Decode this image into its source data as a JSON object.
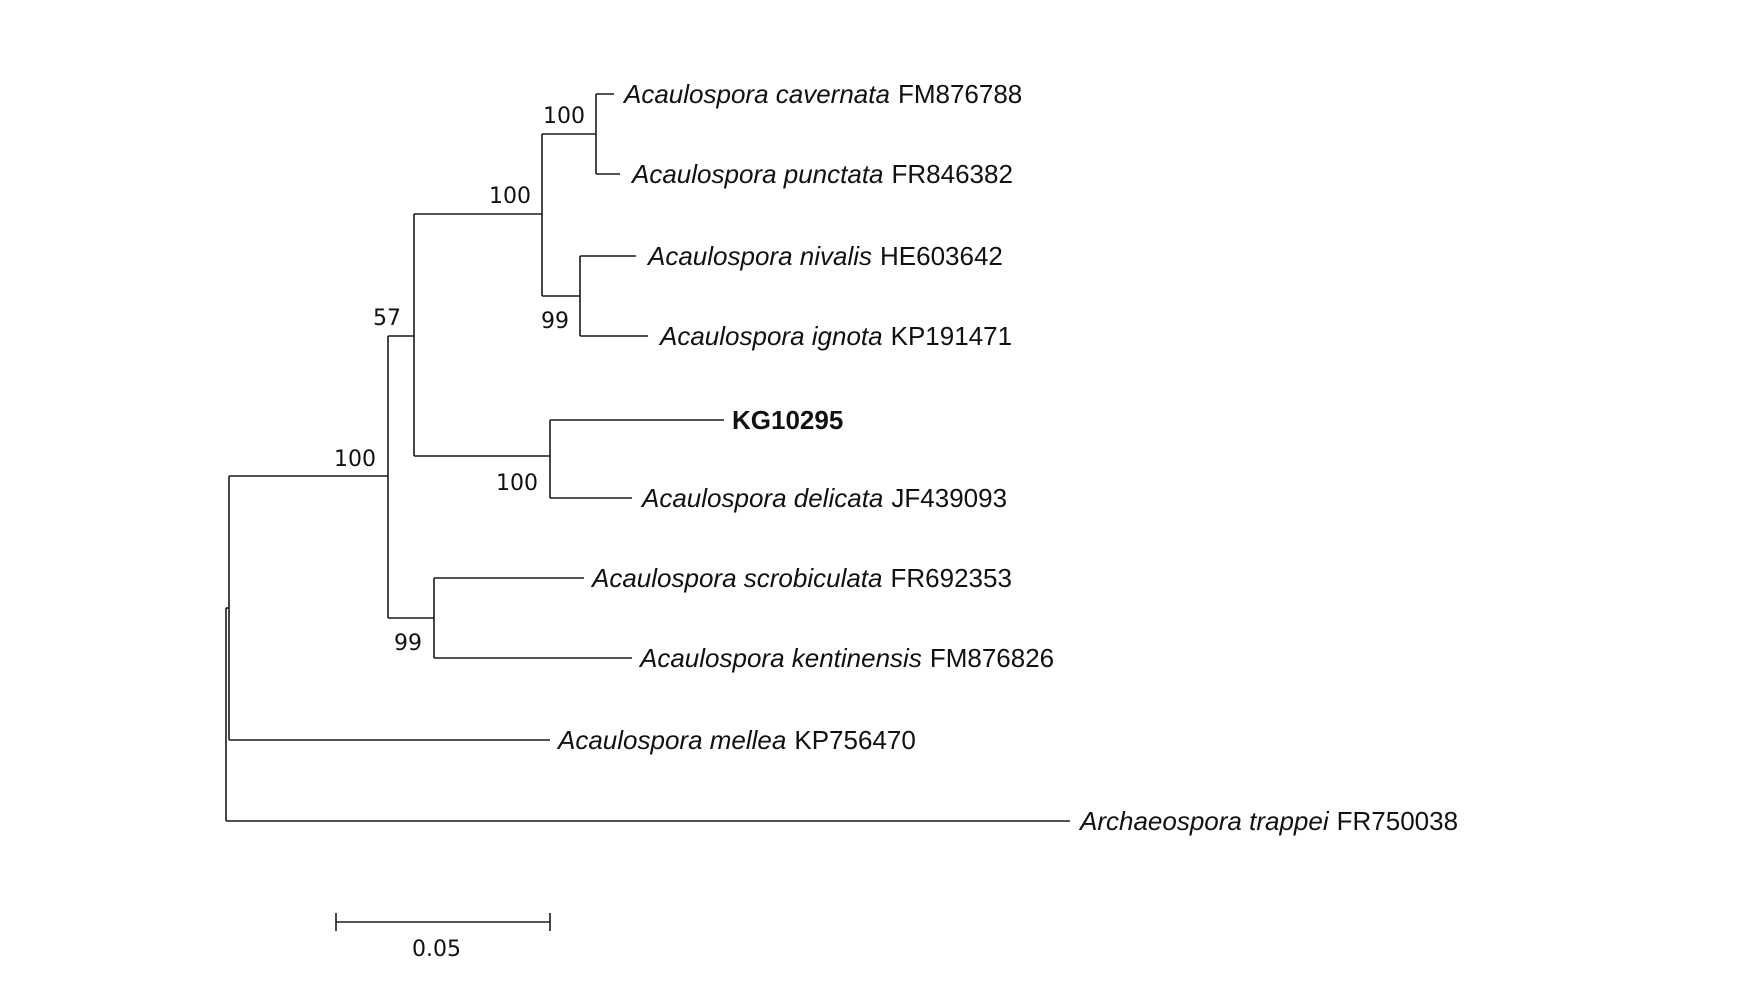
{
  "tree": {
    "taxa": [
      {
        "species": "Acaulospora cavernata",
        "accession": "FM876788",
        "highlight": false
      },
      {
        "species": "Acaulospora punctata",
        "accession": "FR846382",
        "highlight": false
      },
      {
        "species": "Acaulospora nivalis",
        "accession": "HE603642",
        "highlight": false
      },
      {
        "species": "Acaulospora ignota",
        "accession": "KP191471",
        "highlight": false
      },
      {
        "species": "",
        "accession": "KG10295",
        "highlight": true
      },
      {
        "species": "Acaulospora delicata",
        "accession": "JF439093",
        "highlight": false
      },
      {
        "species": "Acaulospora scrobiculata",
        "accession": "FR692353",
        "highlight": false
      },
      {
        "species": "Acaulospora kentinensis",
        "accession": "FM876826",
        "highlight": false
      },
      {
        "species": "Acaulospora mellea",
        "accession": "KP756470",
        "highlight": false
      },
      {
        "species": "Archaeospora trappei",
        "accession": "FR750038",
        "highlight": false
      }
    ],
    "supports": [
      {
        "clade": "cavernata-punctata",
        "value": "100"
      },
      {
        "clade": "cavernata-ignota",
        "value": "100"
      },
      {
        "clade": "nivalis-ignota",
        "value": "99"
      },
      {
        "clade": "cavernata-delicata",
        "value": "57"
      },
      {
        "clade": "ingroup",
        "value": "100"
      },
      {
        "clade": "kg10295-delicata",
        "value": "100"
      },
      {
        "clade": "scrobiculata-kentinensis",
        "value": "99"
      }
    ],
    "scale_bar": {
      "label": "0.05",
      "length": 0.05
    }
  }
}
